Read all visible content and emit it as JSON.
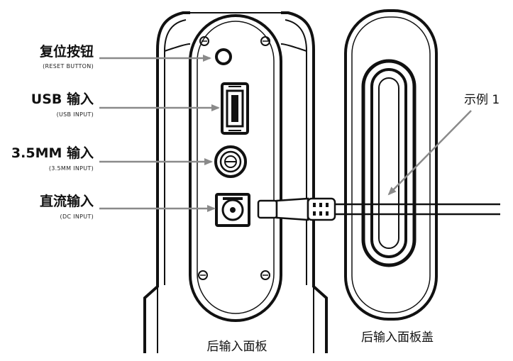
{
  "labels": {
    "reset": {
      "zh": "复位按钮",
      "en": "(RESET BUTTON)"
    },
    "usb": {
      "zh": "USB 输入",
      "en": "(USB INPUT)"
    },
    "mm35": {
      "zh": "3.5MM 输入",
      "en": "(3.5MM INPUT)"
    },
    "dc": {
      "zh": "直流输入",
      "en": "(DC INPUT)"
    },
    "example": "示例 1",
    "rear_panel": "后输入面板",
    "rear_cover": "后输入面板盖"
  },
  "colors": {
    "outline": "#111111",
    "arrow": "#8a8a8a",
    "background": "#ffffff"
  },
  "icons": {
    "reset": "reset-button-icon",
    "usb": "usb-port-icon",
    "audio": "audio-jack-icon",
    "dc": "dc-jack-icon",
    "screw": "screw-icon"
  }
}
